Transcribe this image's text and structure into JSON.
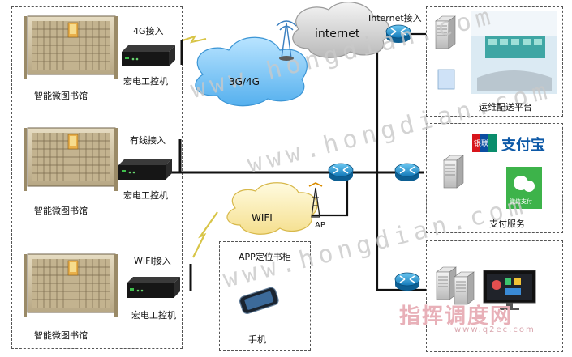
{
  "library": {
    "label": "智能微图书馆"
  },
  "controller": {
    "label": "宏电工控机"
  },
  "access": {
    "g4": "4G接入",
    "wired": "有线接入",
    "wifi": "WIFI接入",
    "internet": "Internet接入"
  },
  "clouds": {
    "internet": "internet",
    "g3g4": "3G/4G",
    "wifi": "WIFI"
  },
  "ap": {
    "label": "AP"
  },
  "app": {
    "title": "APP定位书柜",
    "phone": "手机"
  },
  "platform": {
    "ops": "运维配送平台",
    "pay": "支付服务"
  },
  "payment": {
    "unionpay": "银联",
    "alipay": "支付宝",
    "wechat": "微信支付"
  },
  "watermark": {
    "text": "www.hongdian.com",
    "logo": "指挥调度网",
    "logo_sub": "www.q2ec.com"
  }
}
